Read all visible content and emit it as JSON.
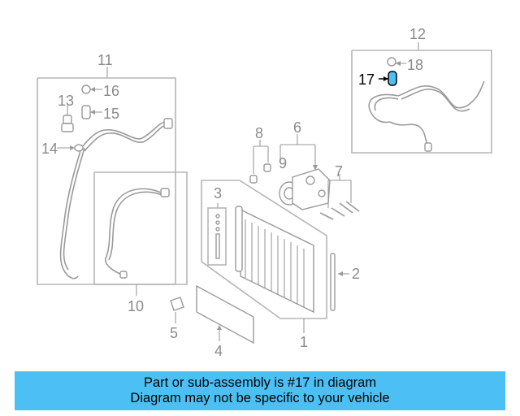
{
  "highlight_color": "#4cc0f5",
  "callouts": {
    "c1": "1",
    "c2": "2",
    "c3": "3",
    "c4": "4",
    "c5": "5",
    "c6": "6",
    "c7": "7",
    "c8": "8",
    "c9": "9",
    "c10": "10",
    "c11": "11",
    "c12": "12",
    "c13": "13",
    "c14": "14",
    "c15": "15",
    "c16": "16",
    "c17": "17",
    "c18": "18"
  },
  "highlighted_part": "17",
  "banner": {
    "line1": "Part or sub-assembly is #17 in diagram",
    "line2": "Diagram may not be specific to your vehicle"
  }
}
